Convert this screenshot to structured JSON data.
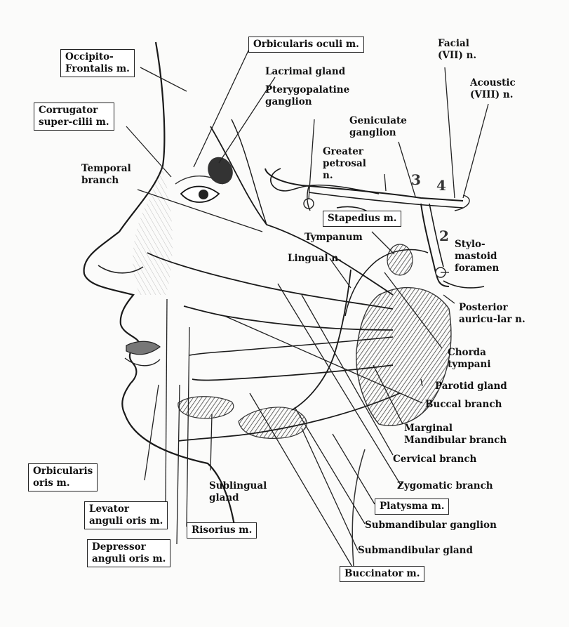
{
  "labels": {
    "occipito_frontalis": "Occipito-\nFrontalis m.",
    "orbicularis_oculi": "Orbicularis oculi m.",
    "lacrimal_gland": "Lacrimal gland",
    "pterygopalatine_ganglion": "Pterygopalatine\nganglion",
    "facial_nerve": "Facial\n(VII) n.",
    "acoustic_nerve": "Acoustic\n(VIII) n.",
    "corrugator": "Corrugator\nsuper-cilii m.",
    "geniculate_ganglion": "Geniculate\nganglion",
    "greater_petrosal": "Greater\npetrosal\nn.",
    "temporal_branch": "Temporal\nbranch",
    "stapedius": "Stapedius m.",
    "tympanum": "Tympanum",
    "lingual_nerve": "Lingual n.",
    "stylomastoid": "Stylo-\nmastoid\nforamen",
    "posterior_auricular": "Posterior\nauricu-lar n.",
    "chorda_tympani": "Chorda\ntympani",
    "parotid_gland": "Parotid gland",
    "buccal_branch": "Buccal branch",
    "marginal_mandibular": "Marginal\nMandibular branch",
    "cervical_branch": "Cervical branch",
    "orbicularis_oris": "Orbicularis\noris m.",
    "sublingual_gland": "Sublingual\ngland",
    "zygomatic_branch": "Zygomatic branch",
    "platysma": "Platysma m.",
    "levator_anguli_oris": "Levator\nanguli oris m.",
    "risorius": "Risorius m.",
    "submandibular_ganglion": "Submandibular ganglion",
    "depressor_anguli_oris": "Depressor\nanguli oris m.",
    "submandibular_gland": "Submandibular gland",
    "buccinator": "Buccinator m."
  },
  "segment_numbers": {
    "n1": "3",
    "n2": "4",
    "n3": "2"
  },
  "colors": {
    "ink": "#1a1a1a",
    "gland_shading": "#555555",
    "paper": "#fbfbfa"
  }
}
